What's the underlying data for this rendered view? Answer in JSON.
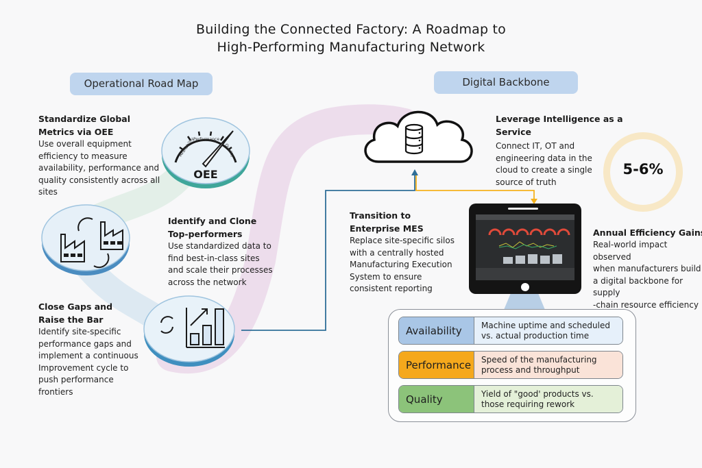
{
  "title": {
    "line1": "Building the Connected Factory: A Roadmap to",
    "line2": "High-Performing Manufacturing Network"
  },
  "sections": {
    "left_label": "Operational Road Map",
    "right_label": "Digital Backbone"
  },
  "roadmap": [
    {
      "icon": "oee-gauge-icon",
      "gauge_label": "OEE",
      "gauge_arc_labels": [
        "Availability",
        "Performance",
        "Quality"
      ],
      "title_line1": "Standardize Global",
      "title_line2": "Metrics via OEE",
      "body": [
        "Use overall equipment",
        "efficiency to measure",
        "availability, performance and",
        "quality consistently across all",
        "sites"
      ]
    },
    {
      "icon": "factory-clone-icon",
      "title_line1": "Identify and Clone",
      "title_line2": "Top-performers",
      "body": [
        "Use standardized data to",
        "find best-in-class sites",
        "and scale their processes",
        "across the network"
      ]
    },
    {
      "icon": "improvement-chart-icon",
      "title_line1": "Close Gaps and",
      "title_line2": "Raise the Bar",
      "body": [
        "Identify site-specific",
        "performance gaps and",
        "implement a continuous",
        "Improvement cycle to",
        "push performance",
        "frontiers"
      ]
    }
  ],
  "backbone": {
    "cloud": {
      "icon": "cloud-database-icon",
      "title": "Leverage Intelligence as a Service",
      "body": [
        "Connect IT, OT and",
        "engineering data in the",
        "cloud to create a single",
        "source of truth"
      ]
    },
    "mes": {
      "title_line1": "Transition to",
      "title_line2": "Enterprise MES",
      "body": [
        "Replace site-specific silos",
        "with a centrally hosted",
        "Manufacturing Execution",
        "System to ensure",
        "consistent reporting"
      ]
    },
    "gains": {
      "value": "5-6%",
      "title": "Annual Efficiency Gains",
      "body": [
        "Real-world impact observed",
        "when manufacturers build",
        "a digital backbone for supply",
        "-chain resource efficiency"
      ]
    },
    "oee_components": [
      {
        "label": "Availability",
        "desc": [
          "Machine uptime and scheduled",
          "vs. actual production time"
        ],
        "color": "#a9c6e6",
        "desc_bg": "#e6f0fa"
      },
      {
        "label": "Performance",
        "desc": [
          "Speed of the manufacturing",
          "process and throughput"
        ],
        "color": "#f5a81c",
        "desc_bg": "#fae3d8"
      },
      {
        "label": "Quality",
        "desc": [
          "Yield of \"good' products vs.",
          "those requiring rework"
        ],
        "color": "#8cc37a",
        "desc_bg": "#e4f0d8"
      }
    ]
  },
  "colors": {
    "pill": "#bfd5ee",
    "path_pink": "#e9d6e8",
    "path_green": "#dcebe3",
    "connector_blue": "#2f6f98",
    "connector_orange": "#f5b21c",
    "ring": "#f8e8c6"
  }
}
